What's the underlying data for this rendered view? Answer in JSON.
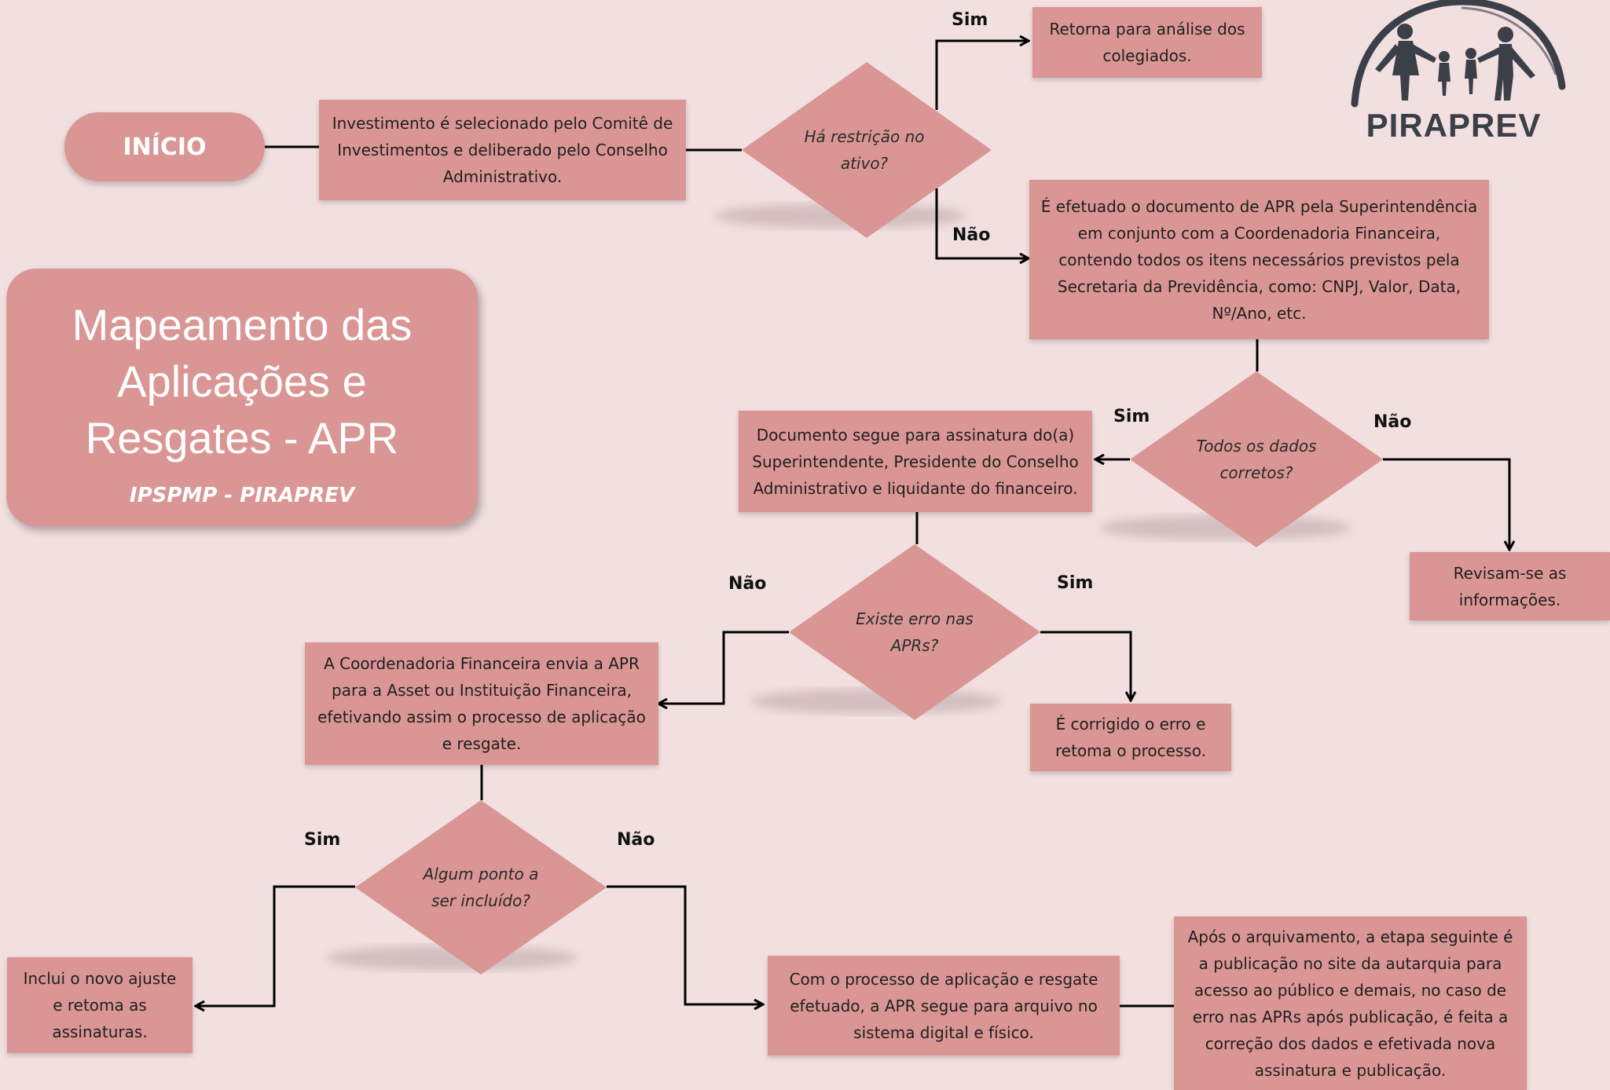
{
  "title": {
    "main": "Mapeamento das\nAplicações e\nResgates - APR",
    "subtitle": "IPSPMP - PIRAPREV"
  },
  "logo": {
    "text": "PIRAPREV",
    "icon": "family-arc-logo"
  },
  "start": "INÍCIO",
  "steps": {
    "selecionado": "Investimento é selecionado pelo Comitê de Investimentos e deliberado pelo Conselho Administrativo.",
    "retorna": "Retorna para análise dos colegiados.",
    "documento_apr": "É efetuado o documento de APR pela Superintendência em conjunto com a Coordenadoria Financeira, contendo todos os itens necessários previstos pela Secretaria da Previdência, como: CNPJ, Valor, Data, Nº/Ano, etc.",
    "assinatura": "Documento segue para assinatura do(a) Superintendente, Presidente do Conselho Administrativo e liquidante do financeiro.",
    "revisam": "Revisam-se as informações.",
    "envia": "A Coordenadoria Financeira envia a APR para a Asset ou Instituição Financeira, efetivando assim o processo de aplicação e resgate.",
    "corrigido": "É corrigido o erro e retoma o processo.",
    "inclui": "Inclui o novo ajuste e retoma as assinaturas.",
    "arquivo": "Com o processo de aplicação e resgate efetuado, a APR segue para arquivo no sistema digital e físico.",
    "publicacao": "Após o arquivamento, a etapa seguinte é a publicação no site da autarquia para acesso ao público e demais, no caso de erro nas APRs após publicação, é feita a correção dos dados e efetivada nova assinatura e publicação."
  },
  "decisions": {
    "restricao": "Há restrição no ativo?",
    "dados": "Todos os dados corretos?",
    "erro": "Existe erro nas APRs?",
    "ponto": "Algum ponto a ser incluído?"
  },
  "labels": {
    "restricao_sim": "Sim",
    "restricao_nao": "Não",
    "dados_sim": "Sim",
    "dados_nao": "Não",
    "erro_nao": "Não",
    "erro_sim": "Sim",
    "ponto_sim": "Sim",
    "ponto_nao": "Não"
  },
  "colors": {
    "background": "#f2dfe0",
    "shape": "#d99694",
    "line": "#000000",
    "logo": "#3a3f48"
  }
}
